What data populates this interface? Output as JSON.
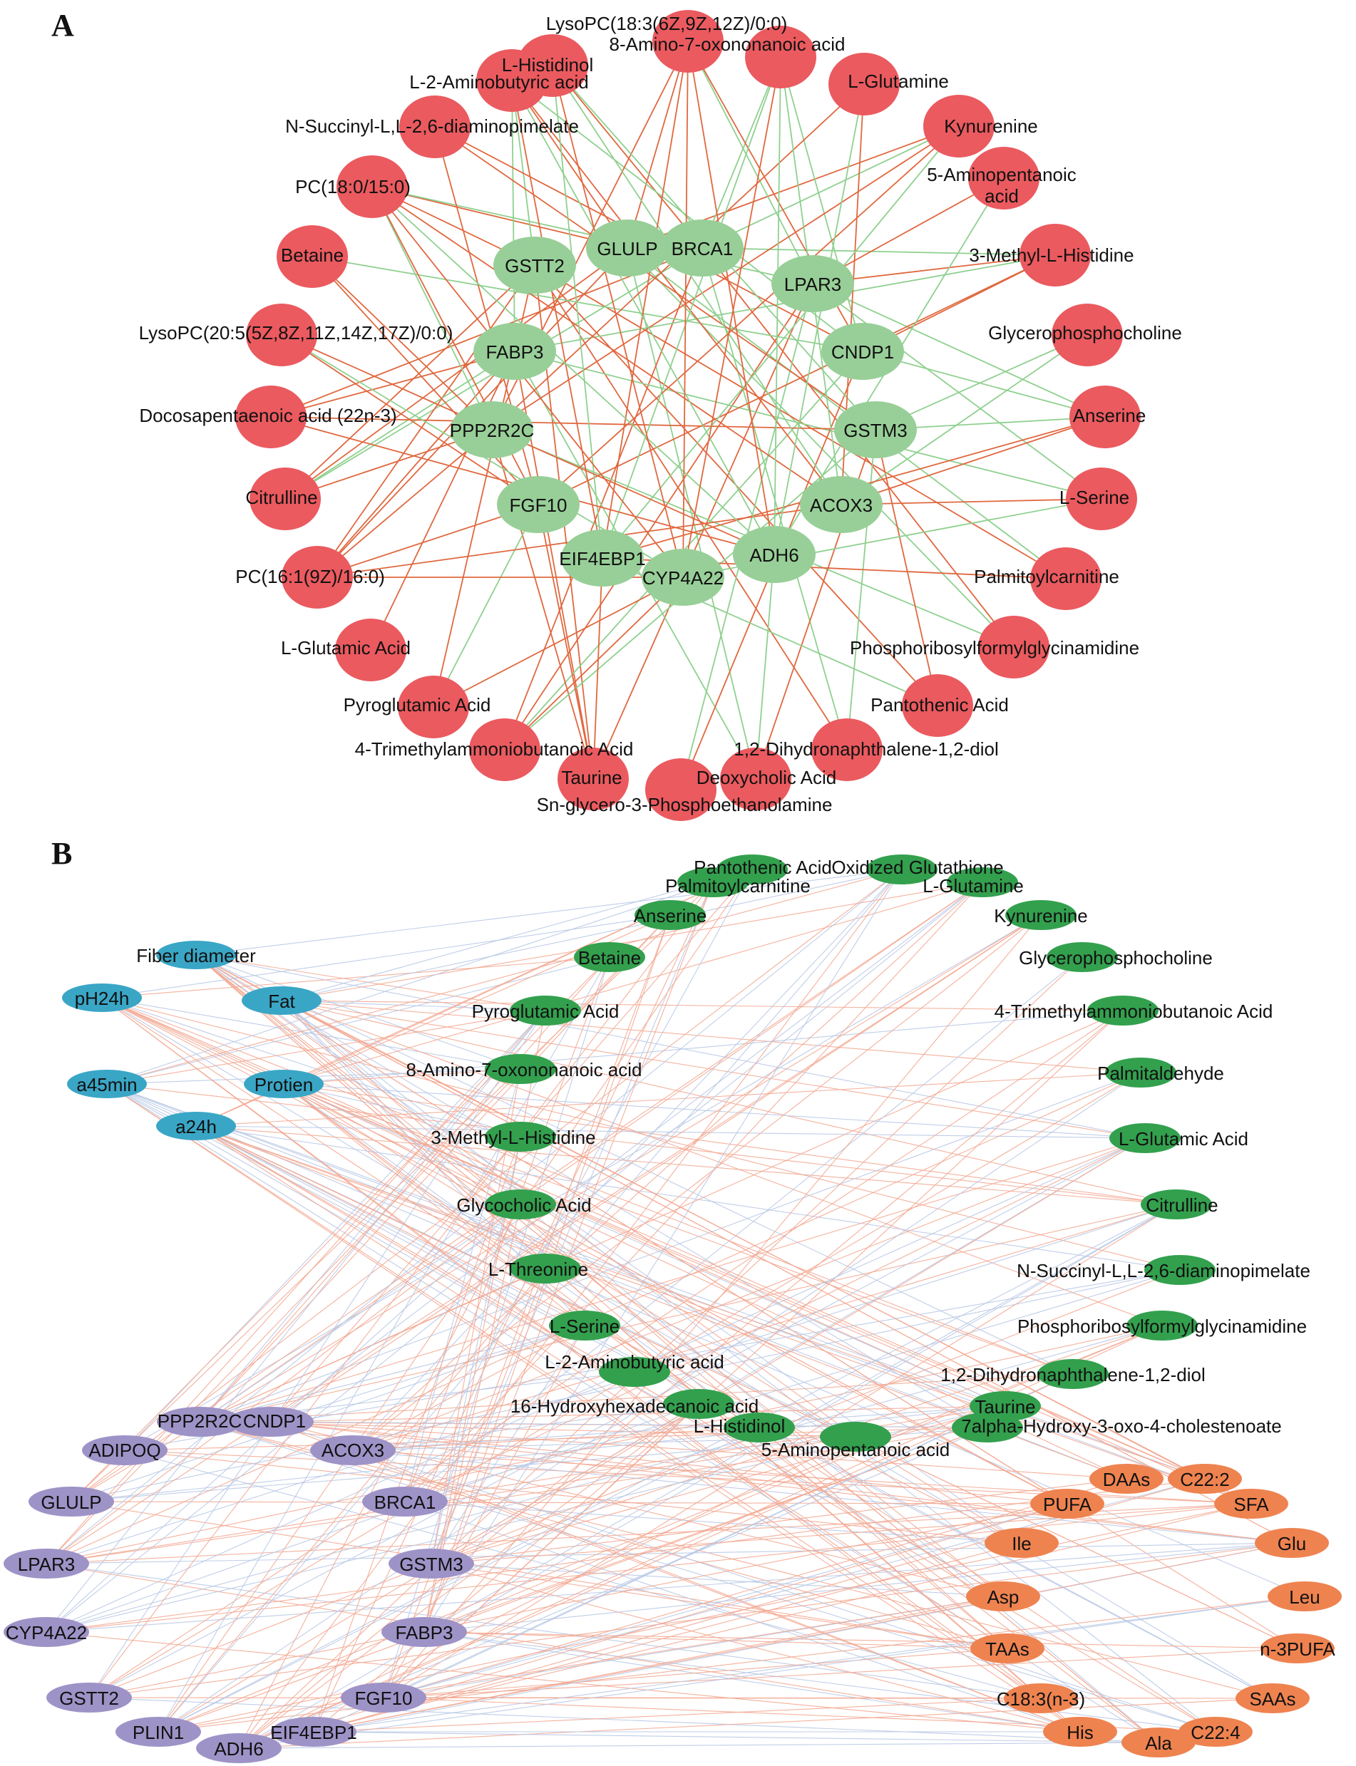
{
  "panels": {
    "A": {
      "letter": "A",
      "colors": {
        "gene": "#98cf98",
        "metabolite": "#ea5a5f",
        "positive_edge": "#e0683f",
        "negative_edge": "#8fd08f"
      },
      "genes": [
        {
          "id": "GLULP",
          "label": "GLULP"
        },
        {
          "id": "BRCA1",
          "label": "BRCA1"
        },
        {
          "id": "GSTT2",
          "label": "GSTT2"
        },
        {
          "id": "LPAR3",
          "label": "LPAR3"
        },
        {
          "id": "FABP3",
          "label": "FABP3"
        },
        {
          "id": "CNDP1",
          "label": "CNDP1"
        },
        {
          "id": "PPP2R2C",
          "label": "PPP2R2C"
        },
        {
          "id": "GSTM3",
          "label": "GSTM3"
        },
        {
          "id": "FGF10",
          "label": "FGF10"
        },
        {
          "id": "ACOX3",
          "label": "ACOX3"
        },
        {
          "id": "EIF4EBP1",
          "label": "EIF4EBP1"
        },
        {
          "id": "ADH6",
          "label": "ADH6"
        },
        {
          "id": "CYP4A22",
          "label": "CYP4A22"
        }
      ],
      "metabolites": [
        {
          "id": "m_lysopc183",
          "label": "LysoPC(18:3(6Z,9Z,12Z)/0:0)"
        },
        {
          "id": "m_aminooxo",
          "label": "8-Amino-7-oxononanoic acid"
        },
        {
          "id": "m_histidinol",
          "label": "L-Histidinol"
        },
        {
          "id": "m_aminobut",
          "label": "L-2-Aminobutyric acid"
        },
        {
          "id": "m_glutamine",
          "label": "L-Glutamine"
        },
        {
          "id": "m_nsuccinyl",
          "label": "N-Succinyl-L,L-2,6-diaminopimelate"
        },
        {
          "id": "m_kynurenine",
          "label": "Kynurenine"
        },
        {
          "id": "m_pc180",
          "label": "PC(18:0/15:0)"
        },
        {
          "id": "m_aminopent",
          "label": "5-Aminopentanoic acid"
        },
        {
          "id": "m_betaine",
          "label": "Betaine"
        },
        {
          "id": "m_methylhis",
          "label": "3-Methyl-L-Histidine"
        },
        {
          "id": "m_lysopc205",
          "label": "LysoPC(20:5(5Z,8Z,11Z,14Z,17Z)/0:0)"
        },
        {
          "id": "m_gpc",
          "label": "Glycerophosphocholine"
        },
        {
          "id": "m_dpa",
          "label": "Docosapentaenoic acid (22n-3)"
        },
        {
          "id": "m_anserine",
          "label": "Anserine"
        },
        {
          "id": "m_citrulline",
          "label": "Citrulline"
        },
        {
          "id": "m_serine",
          "label": "L-Serine"
        },
        {
          "id": "m_pc161",
          "label": "PC(16:1(9Z)/16:0)"
        },
        {
          "id": "m_palmitoyl",
          "label": "Palmitoylcarnitine"
        },
        {
          "id": "m_glutamic",
          "label": "L-Glutamic Acid"
        },
        {
          "id": "m_prfg",
          "label": "Phosphoribosylformylglycinamidine"
        },
        {
          "id": "m_pyroglu",
          "label": "Pyroglutamic Acid"
        },
        {
          "id": "m_pantothenic",
          "label": "Pantothenic Acid"
        },
        {
          "id": "m_tmab",
          "label": "4-Trimethylammoniobutanoic Acid"
        },
        {
          "id": "m_dihydro",
          "label": "1,2-Dihydronaphthalene-1,2-diol"
        },
        {
          "id": "m_taurine",
          "label": "Taurine"
        },
        {
          "id": "m_deoxycholic",
          "label": "Deoxycholic Acid"
        },
        {
          "id": "m_snglycero",
          "label": "Sn-glycero-3-Phosphoethanolamine"
        }
      ]
    },
    "B": {
      "letter": "B",
      "colors": {
        "phenotype": "#3aa6c6",
        "metabolite": "#33a04e",
        "gene": "#9e93c7",
        "trait": "#ee8350",
        "positive_edge": "#f3a892",
        "negative_edge": "#b9c9e6"
      },
      "phenotypes": [
        {
          "id": "fiber",
          "label": "Fiber diameter"
        },
        {
          "id": "ph24",
          "label": "pH24h"
        },
        {
          "id": "fat",
          "label": "Fat"
        },
        {
          "id": "a45",
          "label": "a45min"
        },
        {
          "id": "protien",
          "label": "Protien"
        },
        {
          "id": "a24",
          "label": "a24h"
        }
      ],
      "metabolites": [
        {
          "id": "pantothenic",
          "label": "Pantothenic Acid"
        },
        {
          "id": "oxglut",
          "label": "Oxidized Glutathione"
        },
        {
          "id": "palmitoyl",
          "label": "Palmitoylcarnitine"
        },
        {
          "id": "glutamine",
          "label": "L-Glutamine"
        },
        {
          "id": "anserine",
          "label": "Anserine"
        },
        {
          "id": "kynurenine",
          "label": "Kynurenine"
        },
        {
          "id": "betaine",
          "label": "Betaine"
        },
        {
          "id": "gpc",
          "label": "Glycerophosphocholine"
        },
        {
          "id": "pyroglu",
          "label": "Pyroglutamic Acid"
        },
        {
          "id": "tmab",
          "label": "4-Trimethylammoniobutanoic Acid"
        },
        {
          "id": "aminooxo",
          "label": "8-Amino-7-oxononanoic acid"
        },
        {
          "id": "palmitaldehyde",
          "label": "Palmitaldehyde"
        },
        {
          "id": "methylhis",
          "label": "3-Methyl-L-Histidine"
        },
        {
          "id": "glutamic",
          "label": "L-Glutamic Acid"
        },
        {
          "id": "glycocholic",
          "label": "Glycocholic Acid"
        },
        {
          "id": "citrulline",
          "label": "Citrulline"
        },
        {
          "id": "threonine",
          "label": "L-Threonine"
        },
        {
          "id": "nsuccinyl",
          "label": "N-Succinyl-L,L-2,6-diaminopimelate"
        },
        {
          "id": "serine",
          "label": "L-Serine"
        },
        {
          "id": "prfg",
          "label": "Phosphoribosylformylglycinamidine"
        },
        {
          "id": "aminobut",
          "label": "L-2-Aminobutyric acid"
        },
        {
          "id": "dihydro",
          "label": "1,2-Dihydronaphthalene-1,2-diol"
        },
        {
          "id": "hydroxyhex",
          "label": "16-Hydroxyhexadecanoic acid"
        },
        {
          "id": "taurine",
          "label": "Taurine"
        },
        {
          "id": "histidinol",
          "label": "L-Histidinol"
        },
        {
          "id": "hydroxyoxo",
          "label": "7alpha-Hydroxy-3-oxo-4-cholestenoate"
        },
        {
          "id": "aminopent",
          "label": "5-Aminopentanoic acid"
        }
      ],
      "genes": [
        {
          "id": "ppp2r2c",
          "label": "PPP2R2C"
        },
        {
          "id": "cndp1",
          "label": "CNDP1"
        },
        {
          "id": "adipoq",
          "label": "ADIPOQ"
        },
        {
          "id": "acox3",
          "label": "ACOX3"
        },
        {
          "id": "glulp",
          "label": "GLULP"
        },
        {
          "id": "brca1",
          "label": "BRCA1"
        },
        {
          "id": "lpar3",
          "label": "LPAR3"
        },
        {
          "id": "gstm3",
          "label": "GSTM3"
        },
        {
          "id": "cyp4a22",
          "label": "CYP4A22"
        },
        {
          "id": "fabp3",
          "label": "FABP3"
        },
        {
          "id": "gstt2",
          "label": "GSTT2"
        },
        {
          "id": "fgf10",
          "label": "FGF10"
        },
        {
          "id": "plin1",
          "label": "PLIN1"
        },
        {
          "id": "adh6",
          "label": "ADH6"
        },
        {
          "id": "eif4ebp1",
          "label": "EIF4EBP1"
        }
      ],
      "traits": [
        {
          "id": "daas",
          "label": "DAAs"
        },
        {
          "id": "c222",
          "label": "C22:2"
        },
        {
          "id": "pufa",
          "label": "PUFA"
        },
        {
          "id": "sfa",
          "label": "SFA"
        },
        {
          "id": "ile",
          "label": "Ile"
        },
        {
          "id": "glu",
          "label": "Glu"
        },
        {
          "id": "asp",
          "label": "Asp"
        },
        {
          "id": "leu",
          "label": "Leu"
        },
        {
          "id": "taas",
          "label": "TAAs"
        },
        {
          "id": "n3pufa",
          "label": "n-3PUFA"
        },
        {
          "id": "c183",
          "label": "C18:3(n-3)"
        },
        {
          "id": "saas",
          "label": "SAAs"
        },
        {
          "id": "his",
          "label": "His"
        },
        {
          "id": "ala",
          "label": "Ala"
        },
        {
          "id": "c224",
          "label": "C22:4"
        }
      ]
    }
  }
}
